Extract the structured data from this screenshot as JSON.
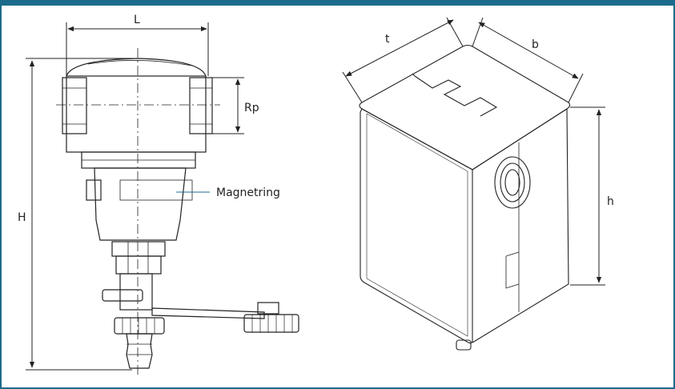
{
  "labels": {
    "L": "L",
    "H": "H",
    "Rp": "Rp",
    "magnet": "Magnetring",
    "t": "t",
    "b": "b",
    "h": "h"
  },
  "colors": {
    "border": "#1d6b8c",
    "line": "#222222",
    "leader": "#1d6b8c"
  }
}
